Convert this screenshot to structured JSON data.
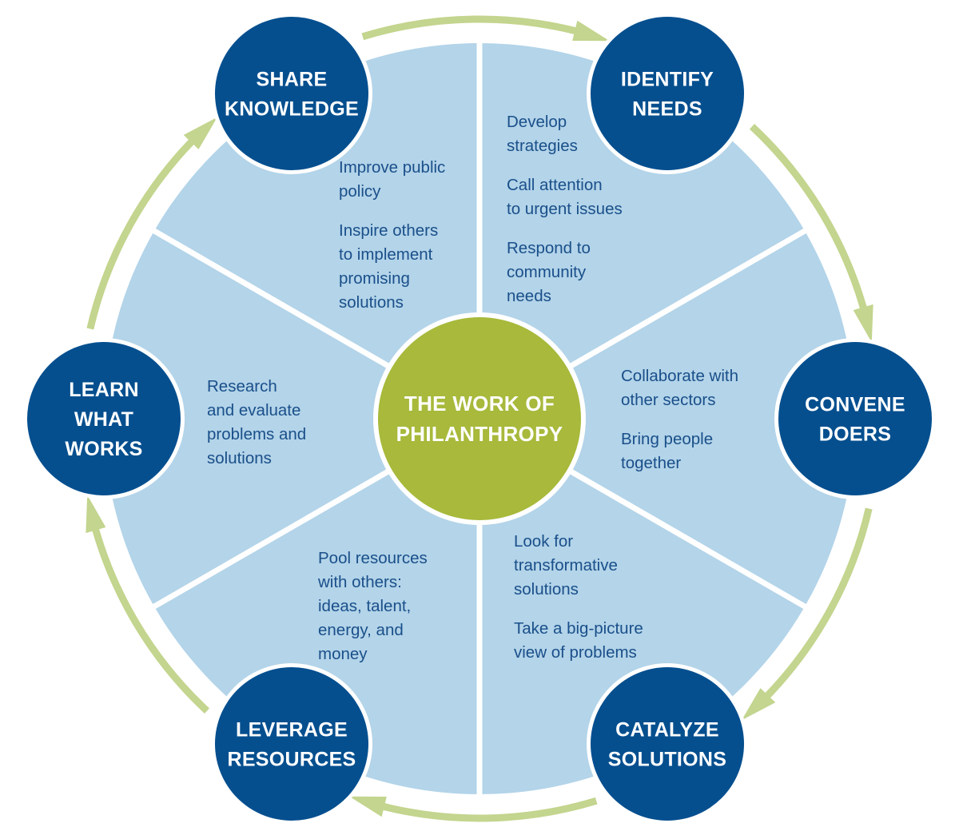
{
  "colors": {
    "wheel_fill": "#b3d4e9",
    "divider": "#ffffff",
    "node_fill": "#054f8f",
    "center_fill": "#a8b93b",
    "arrow": "#c3d58e",
    "text": "#1a4f8a"
  },
  "center": {
    "lines": [
      "THE WORK OF",
      "PHILANTHROPY"
    ]
  },
  "nodes": [
    {
      "id": "share-knowledge",
      "lines": [
        "SHARE",
        "KNOWLEDGE"
      ]
    },
    {
      "id": "identify-needs",
      "lines": [
        "IDENTIFY",
        "NEEDS"
      ]
    },
    {
      "id": "convene-doers",
      "lines": [
        "CONVENE",
        "DOERS"
      ]
    },
    {
      "id": "catalyze-solutions",
      "lines": [
        "CATALYZE",
        "SOLUTIONS"
      ]
    },
    {
      "id": "leverage-resources",
      "lines": [
        "LEVERAGE",
        "RESOURCES"
      ]
    },
    {
      "id": "learn-what-works",
      "lines": [
        "LEARN",
        "WHAT",
        "WORKS"
      ]
    }
  ],
  "segments": [
    {
      "id": "share-knowledge",
      "items": [
        {
          "lines": [
            "Improve public",
            "policy"
          ]
        },
        {
          "lines": [
            "Inspire others",
            "to implement",
            "promising",
            "solutions"
          ]
        }
      ]
    },
    {
      "id": "identify-needs",
      "items": [
        {
          "lines": [
            "Develop",
            "strategies"
          ]
        },
        {
          "lines": [
            "Call attention",
            "to urgent issues"
          ]
        },
        {
          "lines": [
            "Respond to",
            "community",
            "needs"
          ]
        }
      ]
    },
    {
      "id": "convene-doers",
      "items": [
        {
          "lines": [
            "Collaborate with",
            "other sectors"
          ]
        },
        {
          "lines": [
            "Bring people",
            "together"
          ]
        }
      ]
    },
    {
      "id": "catalyze-solutions",
      "items": [
        {
          "lines": [
            "Look for",
            "transformative",
            "solutions"
          ]
        },
        {
          "lines": [
            "Take a big-picture",
            "view of problems"
          ]
        }
      ]
    },
    {
      "id": "leverage-resources",
      "items": [
        {
          "lines": [
            "Pool resources",
            "with others:",
            "ideas, talent,",
            "energy, and",
            "money"
          ]
        }
      ]
    },
    {
      "id": "learn-what-works",
      "items": [
        {
          "lines": [
            "Research",
            "and evaluate",
            "problems and",
            "solutions"
          ]
        }
      ]
    }
  ]
}
